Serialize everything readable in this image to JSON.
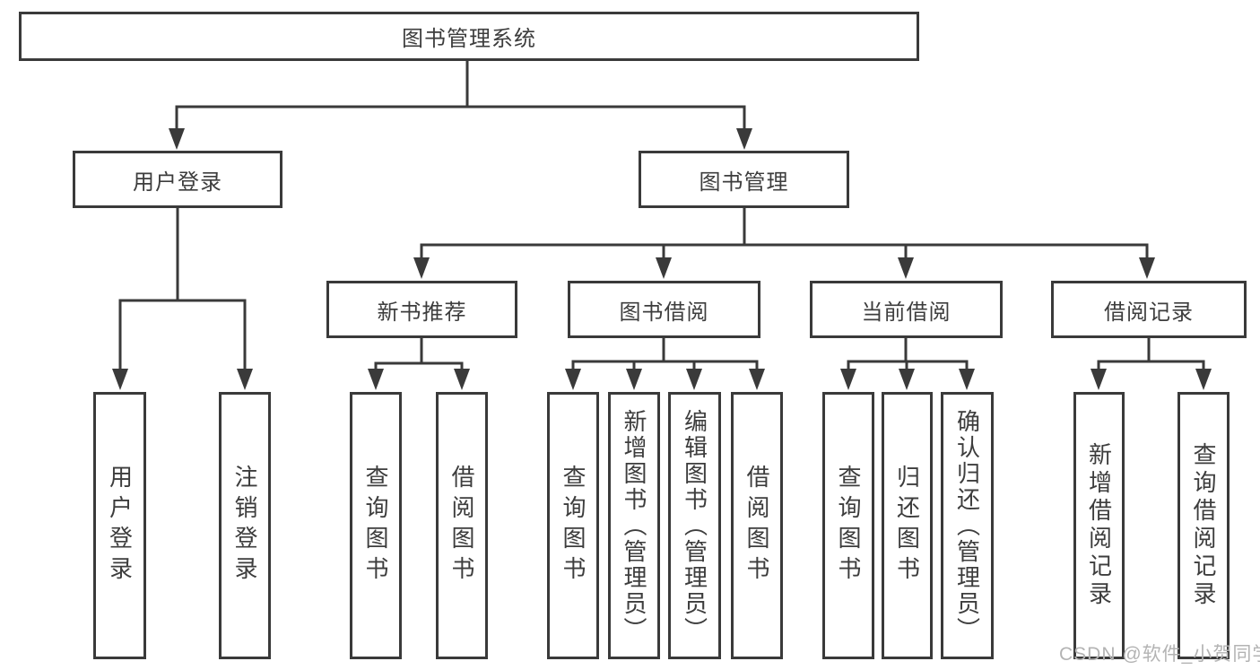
{
  "diagram": {
    "root": {
      "label": "图书管理系统"
    },
    "level2": {
      "user_login": {
        "label": "用户登录"
      },
      "book_management": {
        "label": "图书管理"
      }
    },
    "level3": {
      "new_book_recommend": {
        "label": "新书推荐"
      },
      "book_borrow": {
        "label": "图书借阅"
      },
      "current_borrow": {
        "label": "当前借阅"
      },
      "borrow_records": {
        "label": "借阅记录"
      }
    },
    "leaves": {
      "user_login": [
        {
          "label": "用户登录"
        },
        {
          "label": "注销登录"
        }
      ],
      "new_book_recommend": [
        {
          "label": "查询图书"
        },
        {
          "label": "借阅图书"
        }
      ],
      "book_borrow": [
        {
          "label": "查询图书"
        },
        {
          "label": "新增图书（管理员）"
        },
        {
          "label": "编辑图书（管理员）"
        },
        {
          "label": "借阅图书"
        }
      ],
      "current_borrow": [
        {
          "label": "查询图书"
        },
        {
          "label": "归还图书"
        },
        {
          "label": "确认归还（管理员）"
        }
      ],
      "borrow_records": [
        {
          "label": "新增借阅记录"
        },
        {
          "label": "查询借阅记录"
        }
      ]
    }
  },
  "watermark": {
    "text": "CSDN @软件_小贺同学"
  },
  "colors": {
    "line": "#3a3a3a",
    "text": "#3d3d3d",
    "watermark": "#b3b3b3",
    "background": "#ffffff"
  }
}
